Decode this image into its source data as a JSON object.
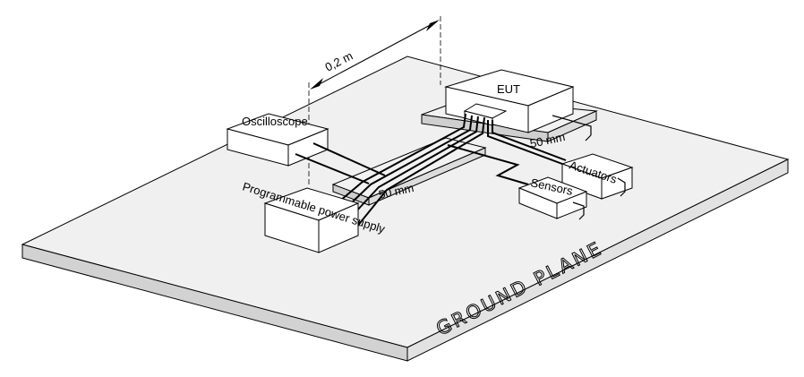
{
  "labels": {
    "distance": "0,2 m",
    "eut": "EUT",
    "oscilloscope": "Oscilloscope",
    "power_supply": "Programmable power supply",
    "actuators": "Actuators",
    "sensors": "Sensors",
    "support_height_1": "50 mm",
    "support_height_2": "50 mm",
    "ground_plane": "GROUND PLANE"
  },
  "colors": {
    "plate_top": "#f0f0f0",
    "plate_side": "#d2d2d2",
    "box_face": "#ffffff",
    "support_top": "#f2f2f2",
    "support_side": "#cfcfcf",
    "line": "#000000"
  }
}
